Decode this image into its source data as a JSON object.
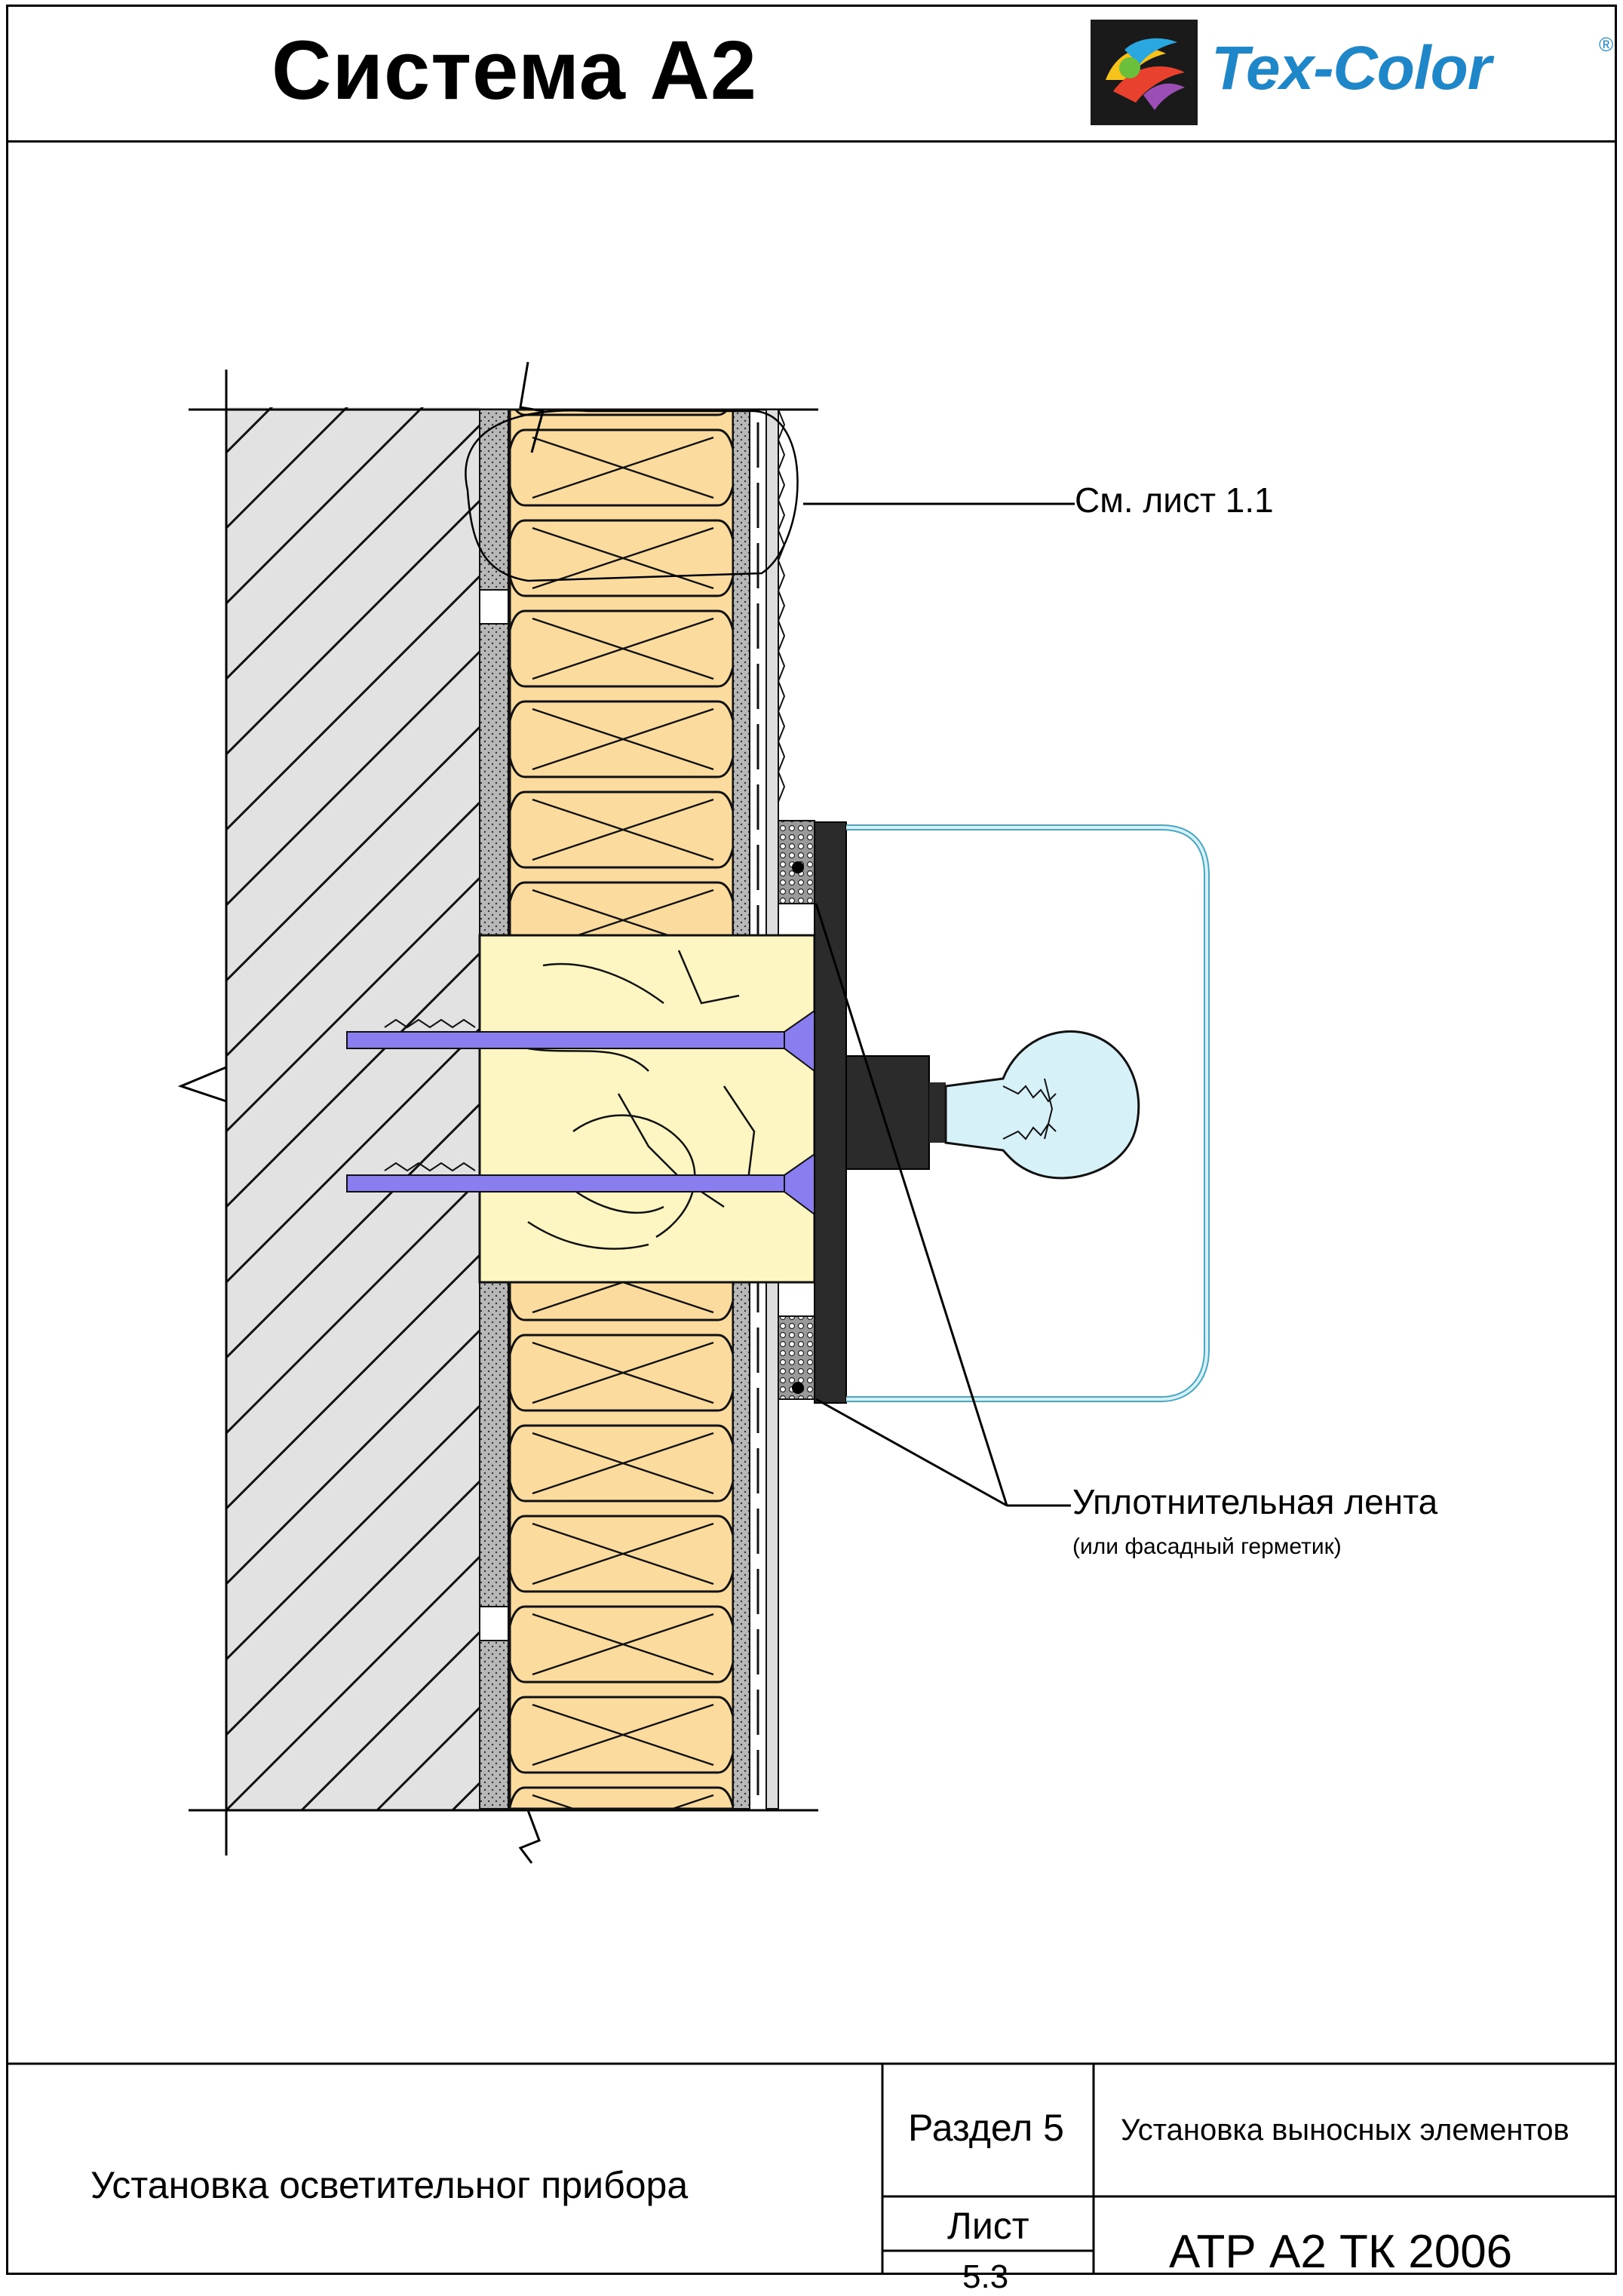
{
  "header": {
    "title": "Система А2",
    "logo_text": "Tex-Color",
    "logo_mark": "®"
  },
  "callouts": {
    "reference": "См. лист 1.1",
    "tape": "Уплотнительная лента",
    "tape_note": "(или фасадный герметик)"
  },
  "title_block": {
    "drawing_name": "Установка осветительног прибора",
    "section": "Раздел 5",
    "section_name": "Установка выносных элементов",
    "sheet_label": "Лист",
    "sheet_number": "5.3",
    "document_code": "АТР А2 ТК 2006"
  },
  "colors": {
    "insulation": "#fbdc9e",
    "insulation_block": "#fdf6c2",
    "anchor": "#8a7df0",
    "glass": "#d6f1f8",
    "glass_outline": "#4aa7c4",
    "concrete": "#e2e2e2",
    "base_plate": "#2b2b2b",
    "brand_blue": "#1f86c8"
  },
  "icons": {
    "logo": "tex-color-logo-icon",
    "lamp": "light-bulb-icon"
  }
}
